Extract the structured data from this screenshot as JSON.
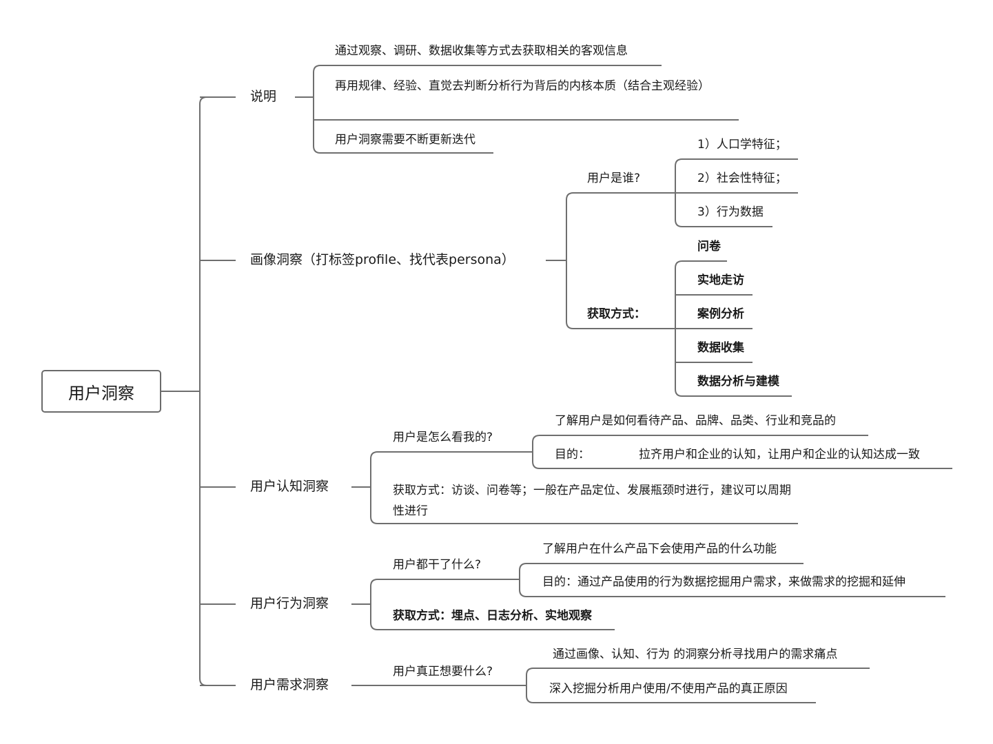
{
  "root": "用户洞察",
  "shuoming": {
    "label": "说明",
    "items": [
      "通过观察、调研、数据收集等方式去获取相关的客观信息",
      "再用规律、经验、直觉去判断分析行为背后的内核本质（结合主观经验）",
      "用户洞察需要不断更新迭代"
    ]
  },
  "huaxiang": {
    "label": "画像洞察（打标签profile、找代表persona）",
    "who": {
      "label": "用户是谁?",
      "items": [
        "1）人口学特征；",
        "2）社会性特征；",
        "3）行为数据"
      ]
    },
    "method": {
      "label": "获取方式：",
      "items": [
        "问卷",
        "实地走访",
        "案例分析",
        "数据收集",
        "数据分析与建模"
      ]
    }
  },
  "renzhi": {
    "label": "用户认知洞察",
    "q": {
      "label": "用户是怎么看我的?",
      "items": [
        "了解用户是如何看待产品、品牌、品类、行业和竞品的"
      ],
      "goal_label": "目的：",
      "goal_text": "拉齐用户和企业的认知，让用户和企业的认知达成一致"
    },
    "method": "获取方式：访谈、问卷等；一般在产品定位、发展瓶颈时进行，建议可以周期性进行"
  },
  "xingwei": {
    "label": "用户行为洞察",
    "q": {
      "label": "用户都干了什么?",
      "items": [
        "了解用户在什么产品下会使用产品的什么功能",
        "目的：通过产品使用的行为数据挖掘用户需求，来做需求的挖掘和延伸"
      ]
    },
    "method": "获取方式：埋点、日志分析、实地观察"
  },
  "xuqiu": {
    "label": "用户需求洞察",
    "q": {
      "label": "用户真正想要什么?",
      "items": [
        "通过画像、认知、行为 的洞察分析寻找用户的需求痛点",
        "深入挖掘分析用户使用/不使用产品的真正原因"
      ]
    }
  },
  "colors": {
    "line": "#6e6e6e",
    "text": "#1a1a1a"
  }
}
